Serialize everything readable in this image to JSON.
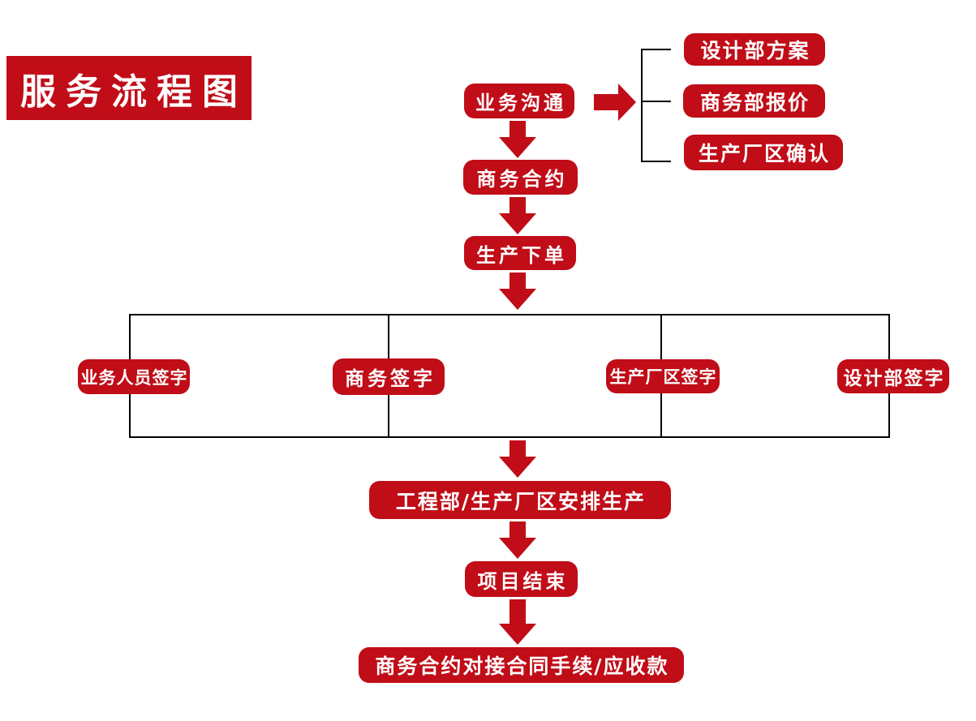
{
  "title": "服务流程图",
  "colors": {
    "accent": "#c00d18",
    "text_on_accent": "#ffffff",
    "line": "#000000",
    "background": "#ffffff"
  },
  "flow": {
    "start": "业务沟通",
    "branches": [
      "设计部方案",
      "商务部报价",
      "生产厂区确认"
    ],
    "steps": [
      "商务合约",
      "生产下单"
    ],
    "signatures": [
      "业务人员签字",
      "商务签字",
      "生产厂区签字",
      "设计部签字"
    ],
    "production": "工程部/生产厂区安排生产",
    "end": "项目结束",
    "settlement": "商务合约对接合同手续/应收款"
  }
}
